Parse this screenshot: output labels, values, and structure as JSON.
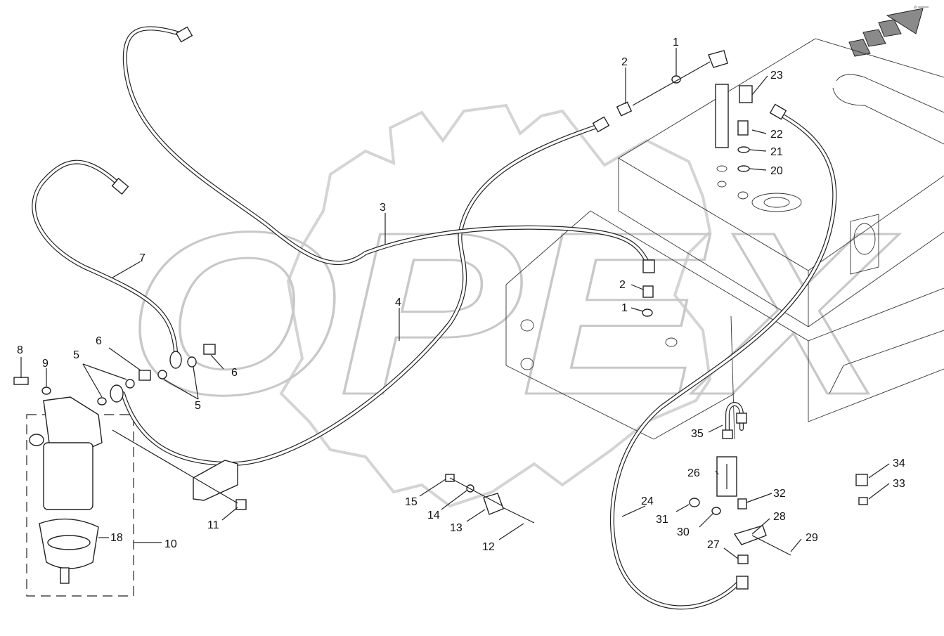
{
  "watermark": {
    "text": "OPEX",
    "color": "#dcdcdc"
  },
  "corner_mark": "⌀ ═══",
  "colors": {
    "line": "#222222",
    "watermark": "#dcdcdc",
    "background": "#ffffff"
  },
  "direction_indicator": {
    "icon": "direction-arrow-icon",
    "meaning": "forward"
  },
  "callouts": [
    "1",
    "2",
    "23",
    "22",
    "21",
    "20",
    "3",
    "7",
    "2",
    "1",
    "4",
    "8",
    "9",
    "5",
    "6",
    "6",
    "5",
    "35",
    "26",
    "34",
    "33",
    "32",
    "31",
    "28",
    "30",
    "29",
    "24",
    "27",
    "15",
    "14",
    "13",
    "12",
    "11",
    "18",
    "10"
  ]
}
